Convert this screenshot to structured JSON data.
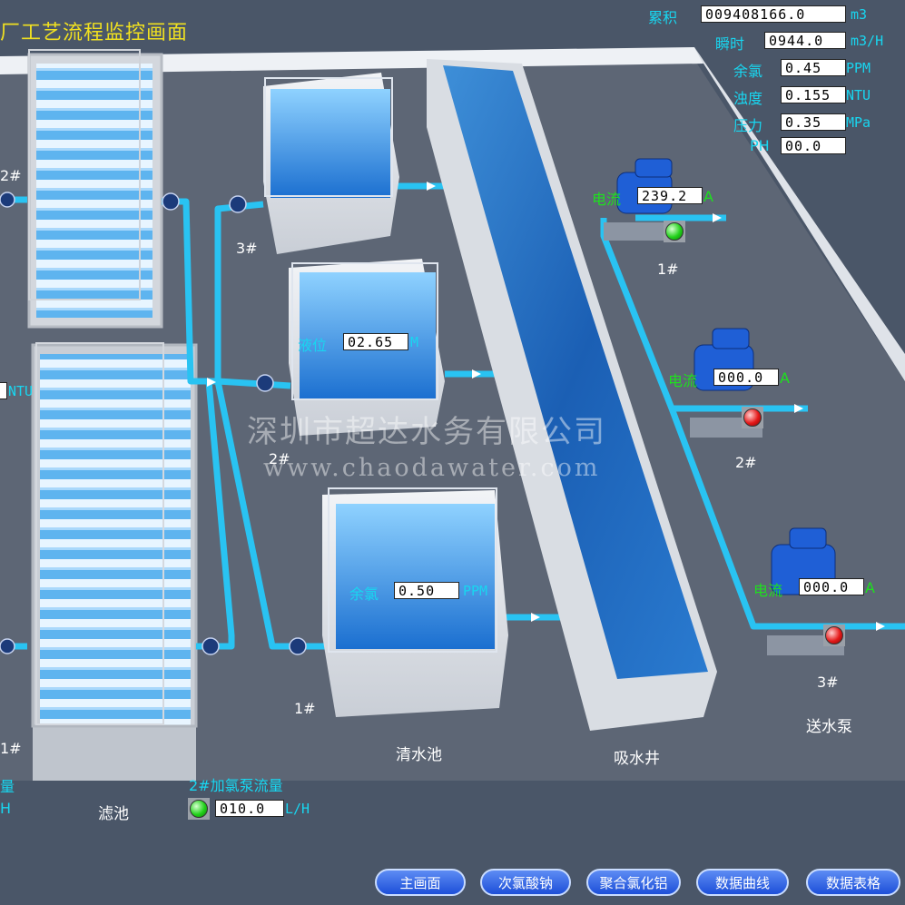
{
  "header": {
    "title": "厂工艺流程监控画面"
  },
  "metrics": {
    "cumulative": {
      "label": "累积",
      "value": "009408166.0",
      "unit": "m3"
    },
    "instant": {
      "label": "瞬时",
      "value": "0944.0",
      "unit": "m3/H"
    },
    "chlorine": {
      "label": "余氯",
      "value": "0.45",
      "unit": "PPM"
    },
    "turbidity": {
      "label": "浊度",
      "value": "0.155",
      "unit": "NTU"
    },
    "pressure": {
      "label": "压力",
      "value": "0.35",
      "unit": "MPa"
    },
    "ph": {
      "label": "PH",
      "value": "00.0"
    }
  },
  "pumps": [
    {
      "number": "1#",
      "current_label": "电流",
      "current": "239.2",
      "unit": "A",
      "status": "running",
      "lamp_color": "#21d11a"
    },
    {
      "number": "2#",
      "current_label": "电流",
      "current": "000.0",
      "unit": "A",
      "status": "stopped",
      "lamp_color": "#e51818"
    },
    {
      "number": "3#",
      "current_label": "电流",
      "current": "000.0",
      "unit": "A",
      "status": "stopped",
      "lamp_color": "#e51818"
    }
  ],
  "pump_area_label": "送水泵",
  "tanks": {
    "tank3": {
      "number": "3#"
    },
    "tank2": {
      "number": "2#",
      "level_label": "液位",
      "level": "02.65",
      "level_unit": "M"
    },
    "tank1": {
      "number": "1#",
      "chlorine_label": "余氯",
      "chlorine": "0.50",
      "chlorine_unit": "PPM"
    },
    "clear_water_label": "清水池",
    "suction_well_label": "吸水井",
    "filter_label": "滤池"
  },
  "left_edge": {
    "top_num": "2#",
    "ntu_unit": "NTU",
    "bottom_num": "1#",
    "flow_tail": "量",
    "unit_tail": "H"
  },
  "dosing": {
    "label": "2#加氯泵流量",
    "value": "010.0",
    "unit": "L/H",
    "lamp_color": "#21d11a"
  },
  "watermark": {
    "company": "深圳市超达水务有限公司",
    "url": "www.chaodawater.com"
  },
  "nav": {
    "main": "主画面",
    "sodium_hypochlorite": "次氯酸钠",
    "pac": "聚合氯化铝",
    "curves": "数据曲线",
    "tables": "数据表格"
  }
}
